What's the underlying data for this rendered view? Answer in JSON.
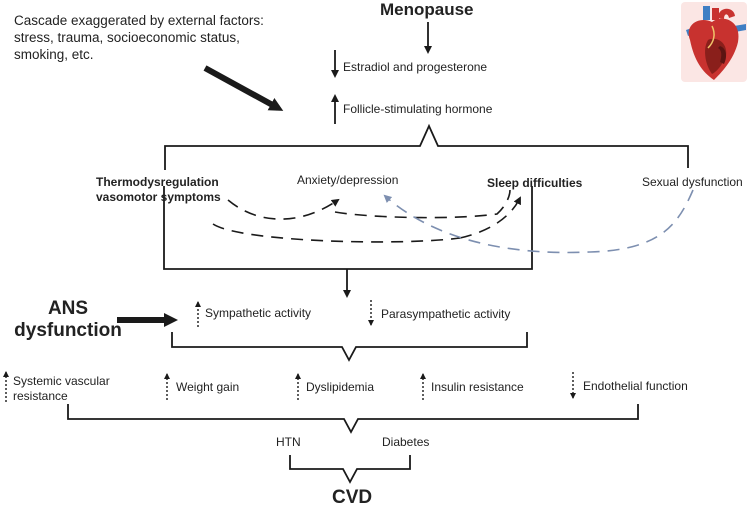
{
  "diagram": {
    "title": "Menopause",
    "external_note": "Cascade exaggerated by external factors: stress, trauma, socioeconomic status, smoking, etc.",
    "hormones": {
      "estradiol": "Estradiol and progesterone",
      "fsh": "Follicle-stimulating hormone"
    },
    "symptoms": {
      "thermo": "Thermodysregulation vasomotor symptoms",
      "anxiety": "Anxiety/depression",
      "sleep": "Sleep difficulties",
      "sexual": "Sexual dysfunction"
    },
    "ans": {
      "label": "ANS dysfunction",
      "sympathetic": "Sympathetic activity",
      "parasympathetic": "Parasympathetic activity"
    },
    "effects": {
      "svr": "Systemic vascular resistance",
      "weight": "Weight gain",
      "lipid": "Dyslipidemia",
      "insulin": "Insulin resistance",
      "endothelial": "Endothelial function"
    },
    "outcomes": {
      "htn": "HTN",
      "diabetes": "Diabetes",
      "cvd": "CVD"
    },
    "colors": {
      "heart_red": "#c8322f",
      "vessel_blue": "#3f7fc4",
      "sexual_link": "#7d8fb0"
    }
  }
}
